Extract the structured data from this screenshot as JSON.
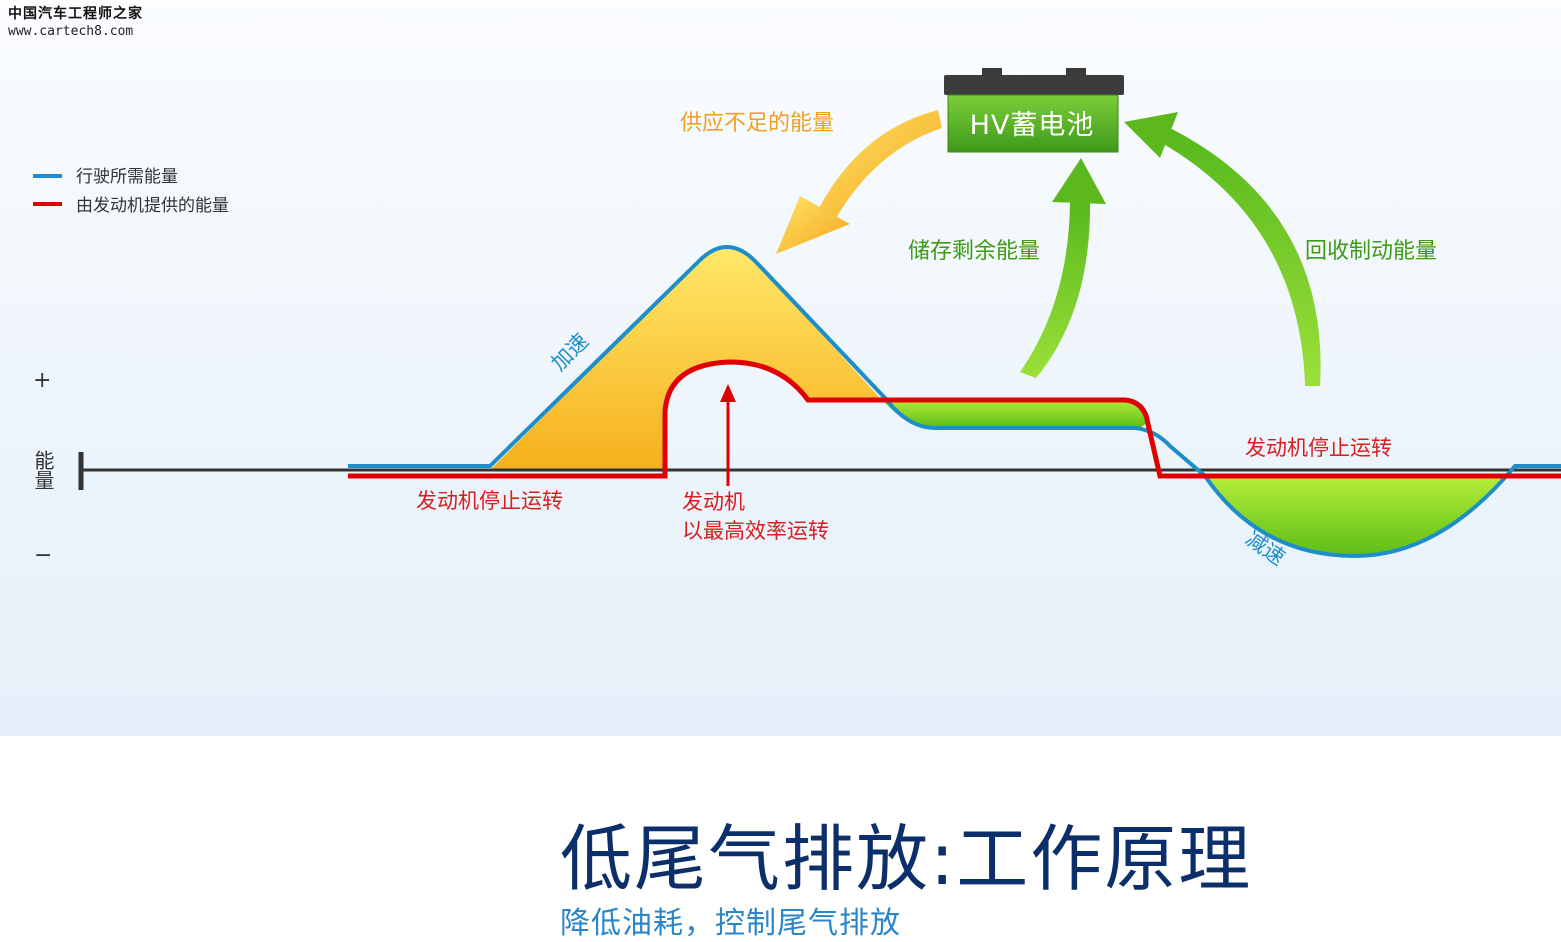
{
  "watermark": {
    "line1": "中国汽车工程师之家",
    "line2": "www.cartech8.com"
  },
  "legend": {
    "items": [
      {
        "label": "行驶所需能量",
        "color": "#1e8ec9"
      },
      {
        "label": "由发动机提供的能量",
        "color": "#e00000"
      }
    ]
  },
  "axis": {
    "label": "能量",
    "plus": "+",
    "minus": "−"
  },
  "battery": {
    "label": "HV蓄电池"
  },
  "arrows": {
    "supply_shortfall": "供应不足的能量",
    "store_surplus": "储存剩余能量",
    "recover_braking": "回收制动能量"
  },
  "curve_labels": {
    "accelerate": "加速",
    "decelerate": "减速",
    "engine_stop_left": "发动机停止运转",
    "engine_stop_right": "发动机停止运转",
    "engine_efficient_line1": "发动机",
    "engine_efficient_line2": "以最高效率运转"
  },
  "colors": {
    "demand_line": "#1e8ec9",
    "engine_line": "#e00000",
    "deficit_fill": "#f9bd26",
    "surplus_fill": "#6cc51a",
    "battery_green": "#5cb82a",
    "title": "#0b2f6b",
    "subtitle": "#2a86c8",
    "label_red": "#d81e1e",
    "label_green": "#3f9a14",
    "label_orange": "#f0a020",
    "label_blue": "#1e8ec9"
  },
  "footer": {
    "title": "低尾气排放:工作原理",
    "subtitle": "降低油耗，控制尾气排放"
  }
}
